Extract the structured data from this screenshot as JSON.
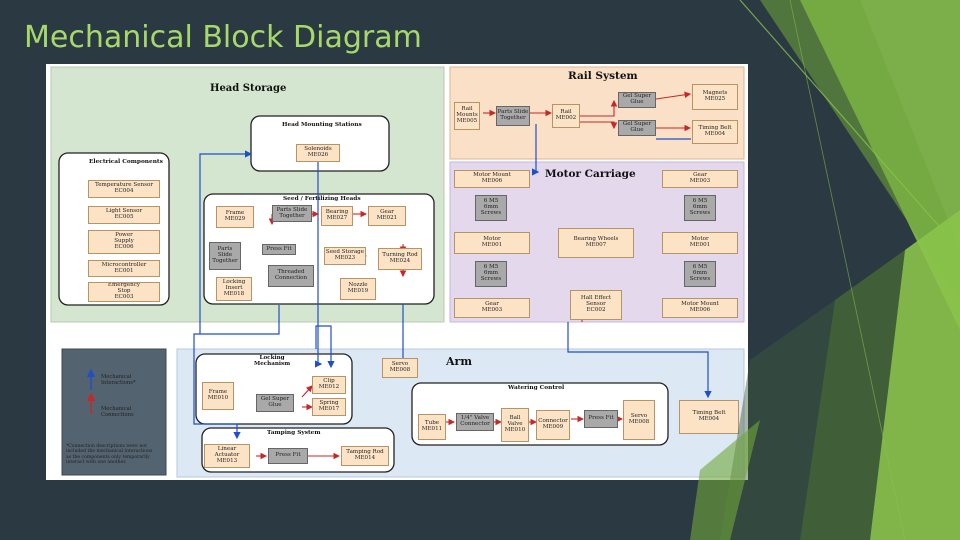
{
  "title": "Mechanical Block Diagram",
  "colors": {
    "background": "#2b3a42",
    "title": "#a6d96a",
    "head_storage": "#d5e6d0",
    "rail": "#fbe0c8",
    "carriage": "#e3d8ec",
    "arm": "#dde8f5",
    "legend": "#536370",
    "blue_arrow": "#1f4fc8",
    "red_arrow": "#c62828"
  },
  "sections": {
    "head_storage": "Head Storage",
    "rail_system": "Rail System",
    "motor_carriage": "Motor Carriage",
    "arm": "Arm",
    "head_mounting": "Head Mounting Stations",
    "electrical": "Electrical Components",
    "seed_heads": "Seed / Fertilizing Heads",
    "locking": [
      "Locking",
      "Mechanism"
    ],
    "watering": "Watering Control",
    "tamping": "Tamping System"
  },
  "blocks": {
    "solenoids": [
      "Solenoids",
      "ME026"
    ],
    "temp": [
      "Temperature Sensor",
      "EC004"
    ],
    "light": [
      "Light Sensor",
      "EC005"
    ],
    "power": [
      "Power",
      "Supply",
      "EC006"
    ],
    "micro": [
      "Microcontroller",
      "EC001"
    ],
    "estop": [
      "Emergency",
      "Stop",
      "EC003"
    ],
    "frame_me029": [
      "Frame",
      "ME029"
    ],
    "parts_slide_1": [
      "Parts Slide",
      "Together"
    ],
    "bearing_me027": [
      "Bearing",
      "ME027"
    ],
    "gear_me021": [
      "Gear",
      "ME021"
    ],
    "parts_slide_2": [
      "Parts",
      "Slide",
      "Together"
    ],
    "press_fit_1": [
      "Press Fit"
    ],
    "seed_storage": [
      "Seed Storage",
      "ME023"
    ],
    "turning_rod": [
      "Turning Rod",
      "ME024"
    ],
    "threaded": [
      "Threaded",
      "Connection"
    ],
    "locking_insert": [
      "Locking",
      "Insert",
      "ME018"
    ],
    "nozzle": [
      "Nozzle",
      "ME019"
    ],
    "rail_mounts": [
      "Rail",
      "Mounts",
      "ME005"
    ],
    "parts_slide_3": [
      "Parts Slide",
      "Together"
    ],
    "rail_me002": [
      "Rail",
      "ME002"
    ],
    "gel_glue_1": [
      "Gel Super",
      "Glue"
    ],
    "gel_glue_2": [
      "Gel Super",
      "Glue"
    ],
    "magnets": [
      "Magnets",
      "ME025"
    ],
    "timing_belt_1": [
      "Timing Belt",
      "ME004"
    ],
    "motor_mount_1": [
      "Motor Mount",
      "ME006"
    ],
    "gear_me003_1": [
      "Gear",
      "ME003"
    ],
    "screws_1": [
      "6 M5",
      "6mm",
      "Screws"
    ],
    "screws_2": [
      "6 M5",
      "6mm",
      "Screws"
    ],
    "screws_3": [
      "6 M5",
      "6mm",
      "Screws"
    ],
    "screws_4": [
      "6 M5",
      "6mm",
      "Screws"
    ],
    "motor_1": [
      "Motor",
      "ME001"
    ],
    "motor_2": [
      "Motor",
      "ME001"
    ],
    "bearing_wheels": [
      "Bearing Wheels",
      "ME007"
    ],
    "hall_sensor": [
      "Hall Effect",
      "Sensor",
      "EC002"
    ],
    "gear_me003_2": [
      "Gear",
      "ME003"
    ],
    "motor_mount_2": [
      "Motor Mount",
      "ME006"
    ],
    "servo_me008_1": [
      "Servo",
      "ME008"
    ],
    "frame_me010": [
      "Frame",
      "ME010"
    ],
    "clip": [
      "Clip",
      "ME012"
    ],
    "gel_glue_3": [
      "Gel Super",
      "Glue"
    ],
    "spring": [
      "Spring",
      "ME017"
    ],
    "tube": [
      "Tube",
      "ME011"
    ],
    "valve_connector": [
      "1/4\" Valve",
      "Connector"
    ],
    "ball_valve": [
      "Ball",
      "Valve",
      "ME010"
    ],
    "connector": [
      "Connector",
      "ME009"
    ],
    "press_fit_2": [
      "Press Fit"
    ],
    "servo_me008_2": [
      "Servo",
      "ME008"
    ],
    "timing_belt_2": [
      "Timing Belt",
      "ME004"
    ],
    "linear_actuator": [
      "Linear",
      "Actuator",
      "ME013"
    ],
    "press_fit_3": [
      "Press Fit"
    ],
    "tamping_rod": [
      "Tamping Rod",
      "ME014"
    ]
  },
  "legend": {
    "mechanical_interactions": [
      "Mechanical",
      "Interactions*"
    ],
    "mechanical_connections": [
      "Mechanical",
      "Connections"
    ],
    "note": [
      "*Connection descriptions were not",
      "included the mechanical interactions",
      "as the components only temporarily",
      "interact with one another."
    ]
  }
}
